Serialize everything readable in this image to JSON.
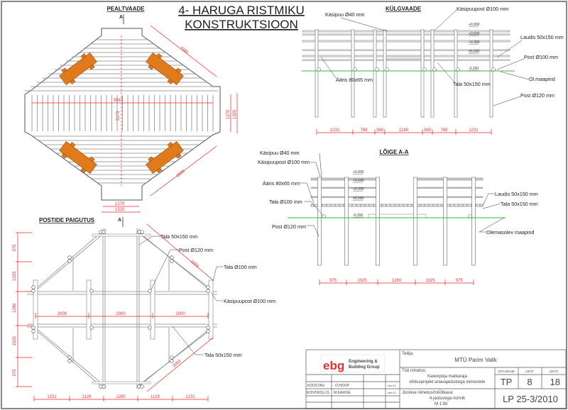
{
  "title": {
    "line1": "4- HARUGA RISTMIKU",
    "line2": "KONSTRUKTSIOON"
  },
  "views": {
    "top": {
      "title": "PEALTVAADE",
      "section_marker": "A",
      "dims": {
        "diag_upper": "2980",
        "diag_lower": "2980",
        "length": "5917",
        "height": "5173",
        "inner_width": "1270",
        "outer_width": "1320"
      }
    },
    "side": {
      "title": "KÜLGVAADE",
      "labels": {
        "handrail": "Käsipuu Ø40 mm",
        "handrail_post": "Käsipuupost Ø100 mm",
        "decking": "Laudis 50x150 mm",
        "post100": "Post Ø100 mm",
        "ground": "Ol.maapind",
        "post120": "Post Ø120 mm",
        "edge": "Ääris 80x65 mm",
        "beam": "Tala 50x150 mm"
      },
      "elevations": [
        "+0,900",
        "+0,600",
        "+0,300",
        "±0,000",
        "-0,200"
      ],
      "dims": [
        "1231",
        "769",
        "360",
        "1280",
        "360",
        "769",
        "1231"
      ]
    },
    "section": {
      "title": "LÕIGE A-A",
      "labels": {
        "handrail": "Käsipuu Ø40 mm",
        "handrail_post": "Käsipuupost Ø100 mm",
        "edge": "Ääris 80x65 mm",
        "beam_round": "Tala Ø100 mm",
        "post120": "Post Ø120 mm",
        "decking": "Laudis 50x150 mm",
        "beam": "Tala 50x150 mm",
        "ground": "Olemasolev maapind"
      },
      "elevations": [
        "+0,900",
        "+0,600",
        "+0,300",
        "±0,000",
        "-0,200"
      ],
      "dims": [
        "975",
        "1025",
        "1280",
        "1025",
        "975"
      ]
    },
    "posts": {
      "title": "POSTIDE PAIGUTUS",
      "section_marker": "A",
      "labels": {
        "beam_top": "Tala 50x150 mm",
        "post120": "Post Ø120 mm",
        "beam_round": "Tala Ø100 mm",
        "handrail_post": "Käsipuupost Ø100 mm",
        "beam_bottom": "Tala 50x150 mm"
      },
      "dims_vertical": [
        "975",
        "1025",
        "1280",
        "1025",
        "975"
      ],
      "dims_bottom": [
        "1231",
        "1129",
        "1280",
        "1129",
        "1231"
      ],
      "dims_spans": [
        "2000",
        "2000",
        "2000"
      ],
      "dims_diag": [
        "3093",
        "3093"
      ]
    }
  },
  "title_block": {
    "logo": {
      "mark": "ebg",
      "line1": "Engineering &",
      "line2": "Building Group"
    },
    "client_label": "Tellija:",
    "client": "MTÜ Parim Valik",
    "work_label": "Töö nimetus:",
    "work_line1": "Kalevipoja matkaraja",
    "work_line2": "ehitusprojekt ariavajadustega inimestele",
    "drawing_label": "Joonise nimetus/mõõtkava:",
    "drawing_name": "4-jaotusega ristmik",
    "scale": "M 1:50",
    "stage_header": "STAADIUM",
    "sheet_header": "LEHT",
    "sheets_header": "LEHTI",
    "stage": "TP",
    "sheet": "8",
    "sheets": "18",
    "code": "LP 25-3/2010",
    "signatures": [
      {
        "role": "KOOSTAS",
        "name": "O.HOOP",
        "date": "veb.11"
      },
      {
        "role": "KONTROLLIS",
        "name": "M.KARISE",
        "date": "veb.11"
      }
    ]
  },
  "colors": {
    "bench": "#e07a1a",
    "dimension": "#e22222",
    "ground": "#33bb33",
    "logo": "#e03030"
  }
}
